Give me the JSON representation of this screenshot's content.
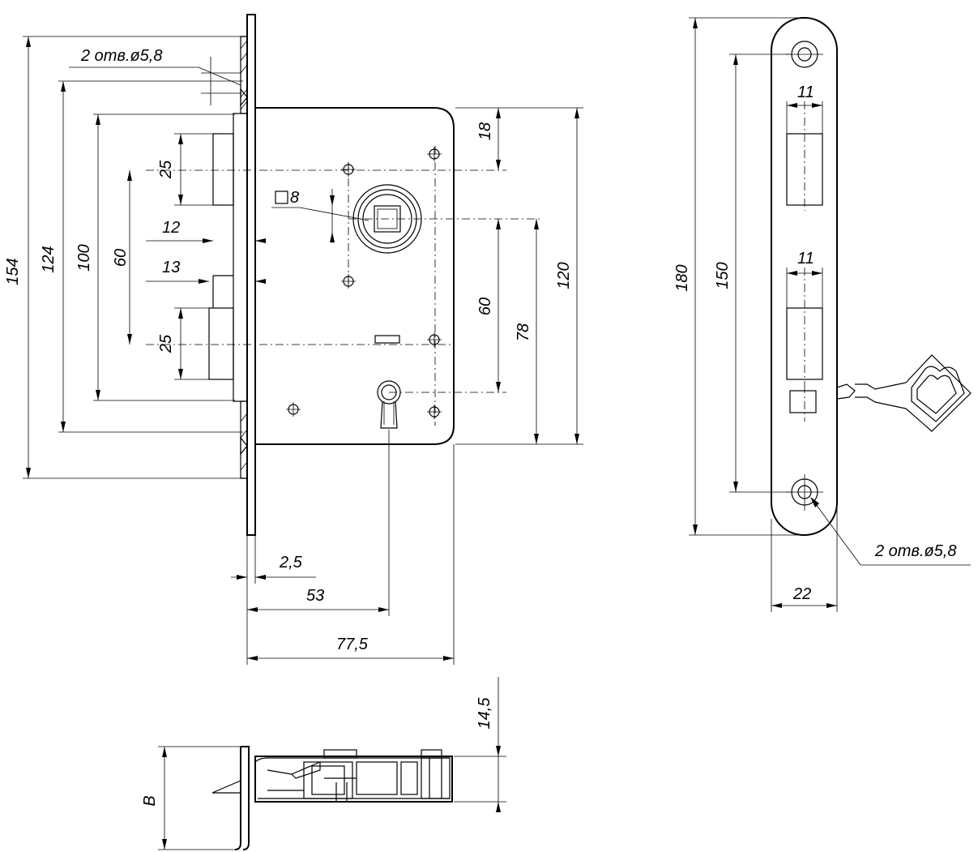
{
  "drawing": {
    "front_view": {
      "dims": {
        "holes_note": "2 отв.ø5,8",
        "h154": "154",
        "h124": "124",
        "h100": "100",
        "h60_left": "60",
        "top25": "25",
        "bottom25": "25",
        "d12": "12",
        "d13": "13",
        "sq8": "8",
        "d18": "18",
        "d60_right": "60",
        "d78": "78",
        "d120": "120",
        "d2_5": "2,5",
        "d53": "53",
        "d77_5": "77,5"
      }
    },
    "side_view": {
      "dims": {
        "d180": "180",
        "d150": "150",
        "d11_top": "11",
        "d11_mid": "11",
        "holes_note": "2 отв.ø5,8",
        "d22": "22"
      }
    },
    "bottom_view": {
      "dims": {
        "d14_5": "14,5",
        "b": "B"
      }
    }
  }
}
